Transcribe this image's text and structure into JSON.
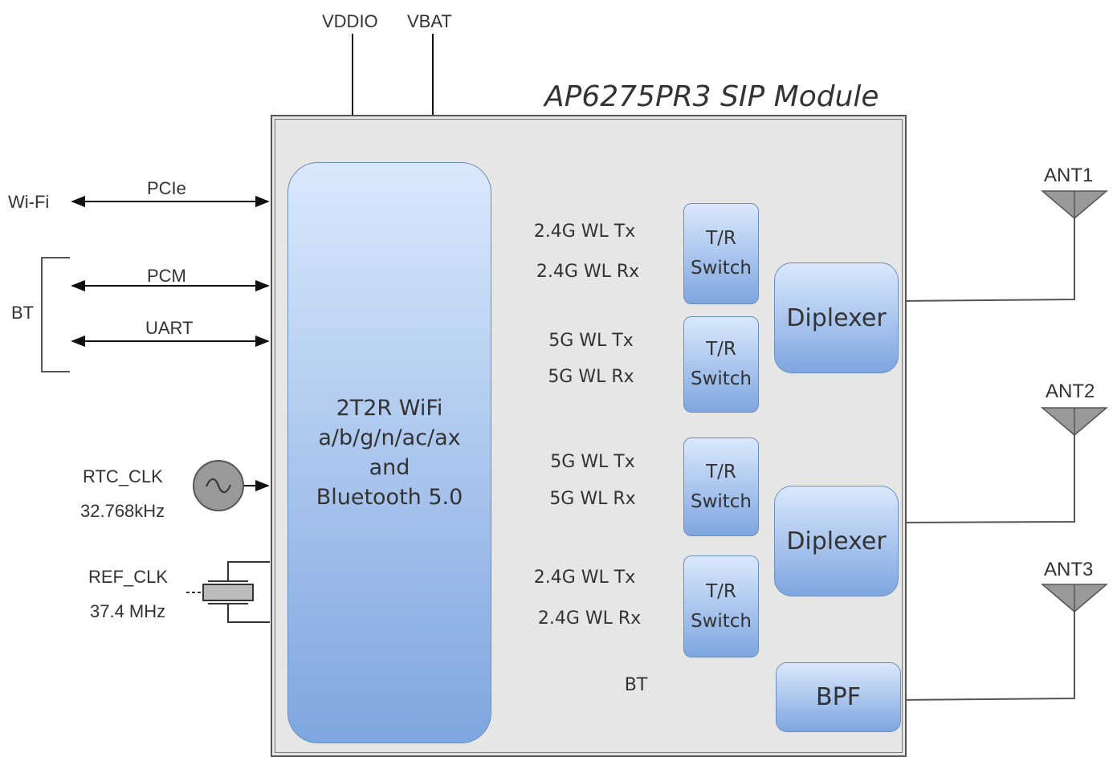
{
  "title": "AP6275PR3 SIP Module",
  "power_inputs": [
    "VDDIO",
    "VBAT"
  ],
  "left_labels": {
    "wifi": "Wi-Fi",
    "bt": "BT",
    "rtc_clk": "RTC_CLK",
    "rtc_freq": "32.768kHz",
    "ref_clk": "REF_CLK",
    "ref_freq": "37.4 MHz"
  },
  "interfaces": {
    "pcie": "PCIe",
    "pcm": "PCM",
    "uart": "UART"
  },
  "chip": {
    "lines": [
      "2T2R WiFi",
      "a/b/g/n/ac/ax",
      "and",
      "Bluetooth 5.0"
    ]
  },
  "signals": [
    "2.4G WL Tx",
    "2.4G WL Rx",
    "5G WL Tx",
    "5G WL Rx",
    "5G WL Tx",
    "5G WL Rx",
    "2.4G WL Tx",
    "2.4G WL Rx",
    "BT"
  ],
  "switch": {
    "line1": "T/R",
    "line2": "Switch"
  },
  "diplexer": "Diplexer",
  "bpf": "BPF",
  "antennas": [
    "ANT1",
    "ANT2",
    "ANT3"
  ],
  "colors": {
    "block_top": "#dae8fc",
    "block_bottom": "#7ea6e0",
    "block_border": "#6c8ebf",
    "module_fill": "#e6e6e6",
    "line": "#333333",
    "antenna": "#999999"
  }
}
